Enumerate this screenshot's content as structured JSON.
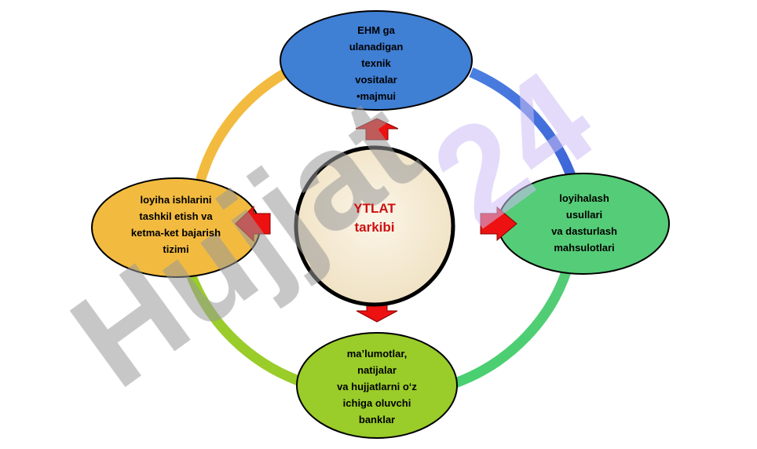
{
  "watermark": {
    "text": "Hujjat24"
  },
  "center": {
    "lines": [
      "YTLAT",
      "tarkibi"
    ],
    "text_color": "#cc1111",
    "fill": "#f6ecd6"
  },
  "nodes": {
    "top": {
      "lines": [
        "EHM ga",
        "ulanadigan",
        "texnik",
        "vositalar",
        "•majmui"
      ],
      "fill": "#3f7fd4"
    },
    "right": {
      "lines": [
        "loyihalash",
        "usullari",
        "va dasturlash",
        "mahsulotlari"
      ],
      "fill": "#55cc77"
    },
    "bottom": {
      "lines": [
        "ma’lumotlar,",
        "natijalar",
        "va hujjatlarni o‘z",
        "ichiga oluvchi",
        "banklar"
      ],
      "fill": "#9acc2a"
    },
    "left": {
      "lines": [
        "loyiha ishlarini",
        "tashkil etish va",
        "ketma-ket bajarish",
        "tizimi"
      ],
      "fill": "#f2bb40"
    }
  },
  "arrow_color": "#ee1111",
  "ring_colors": {
    "top_right": "#4a7fe0",
    "bottom_right": "#55cc77",
    "bottom_left": "#9acc2a",
    "top_left": "#f2bb40"
  }
}
